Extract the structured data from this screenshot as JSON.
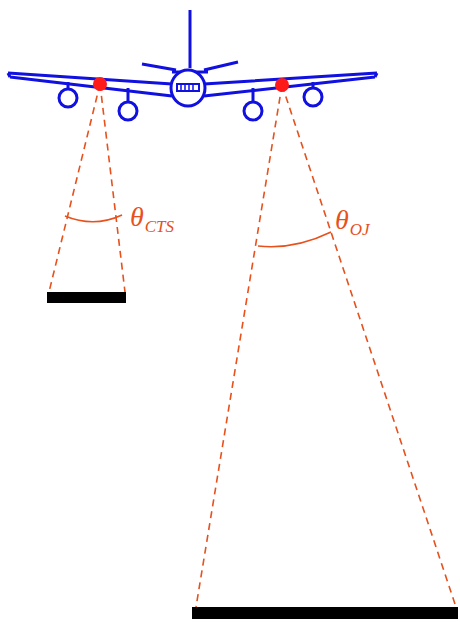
{
  "diagram": {
    "labels": [
      "θ",
      "CTS",
      "θ",
      "OJ"
    ]
  }
}
